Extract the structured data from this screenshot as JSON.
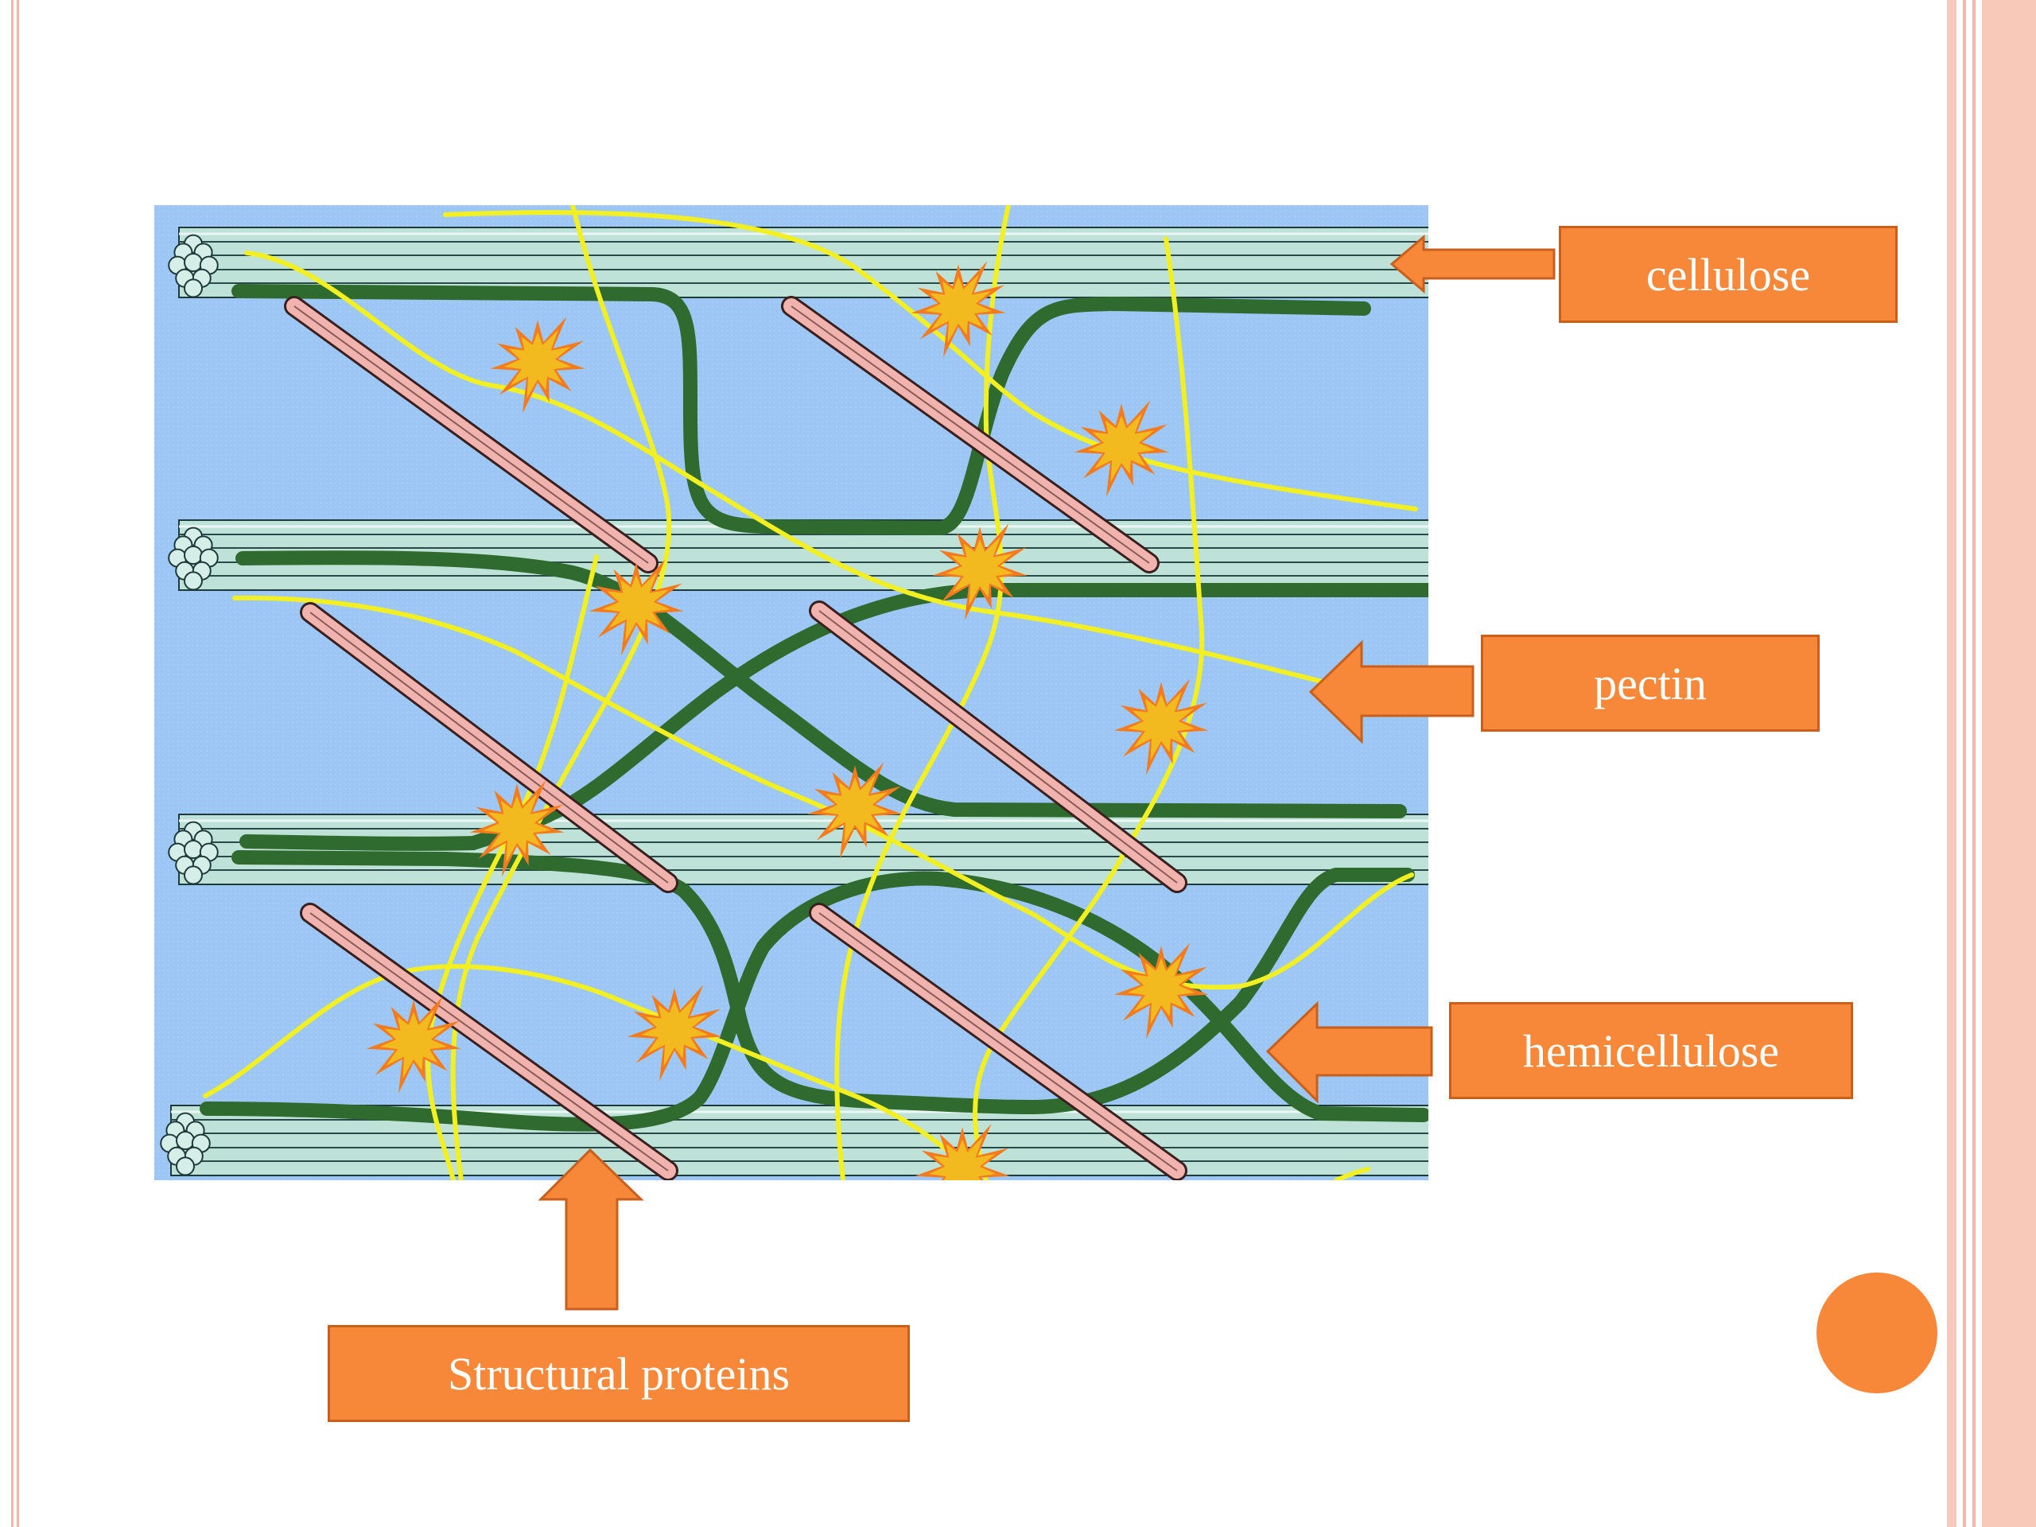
{
  "labels": {
    "cellulose": "cellulose",
    "pectin": "pectin",
    "hemicellulose": "hemicellulose",
    "structural_proteins": "Structural proteins"
  },
  "colors": {
    "background_panel": "#9cc7f5",
    "cellulose_fiber": "#bfe2d8",
    "hemicellulose_strand": "#2f6b2f",
    "pectin_strand": "#f2ef22",
    "structural_protein_rod": "#f0b3ad",
    "crosslink_star": "#f47a1e",
    "label_fill": "#f7883a",
    "label_border": "#c95f1c",
    "frame_accent": "#f4b8a8"
  },
  "icons": {
    "crosslink": "starburst-icon",
    "pointer": "arrow-icon"
  }
}
